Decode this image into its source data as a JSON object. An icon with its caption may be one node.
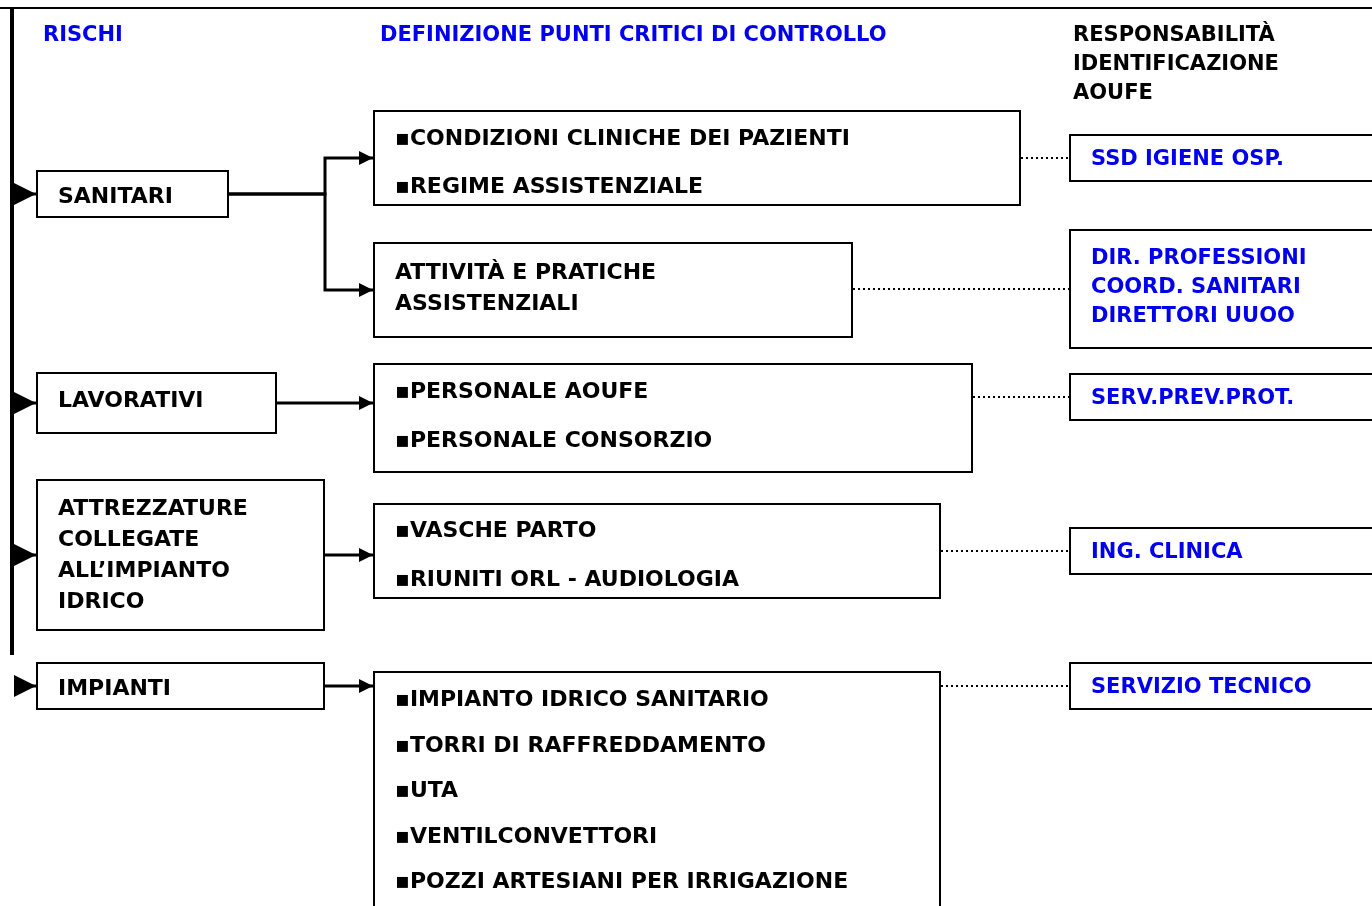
{
  "diagram": {
    "nodes": [
      {
        "text": [
          "SANITARI"
        ]
      },
      {
        "text": [
          "▪CONDIZIONI CLINICHE DEI PAZIENTI",
          "▪REGIME ASSISTENZIALE"
        ]
      },
      {
        "text": [
          "ATTIVITÀ E PRATICHE ASSISTENZIALI"
        ]
      },
      {
        "text": [
          "SSD IGIENE OSP."
        ]
      },
      {
        "text": [
          "DIR. PROFESSIONI",
          "COORD. SANITARI",
          "DIRETTORI UUOO"
        ]
      },
      {
        "text": [
          "LAVORATIVI"
        ]
      },
      {
        "text": [
          "▪PERSONALE AOUFE",
          "▪PERSONALE CONSORZIO"
        ]
      },
      {
        "text": [
          "SERV.PREV.PROT."
        ]
      },
      {
        "text": [
          "ATTREZZATURE COLLEGATE ALL’IMPIANTO IDRICO"
        ]
      },
      {
        "text": [
          "▪VASCHE PARTO",
          "▪RIUNITI ORL - AUDIOLOGIA"
        ]
      },
      {
        "text": [
          "ING. CLINICA"
        ]
      },
      {
        "text": [
          "IMPIANTI"
        ]
      },
      {
        "text": [
          "▪IMPIANTO IDRICO SANITARIO",
          "▪TORRI DI RAFFREDDAMENTO",
          "▪UTA",
          "▪VENTILCONVETTORI",
          "▪POZZI ARTESIANI PER IRRIGAZIONE"
        ]
      },
      {
        "text": [
          "SERVIZIO TECNICO"
        ]
      }
    ],
    "edges": [
      {
        "from": null,
        "to": 0,
        "arrow": "to"
      },
      {
        "from": 0,
        "to": 1,
        "arrow": "to"
      },
      {
        "from": 0,
        "to": 2,
        "arrow": "to"
      },
      {
        "from": 1,
        "to": 3,
        "arrow": "none",
        "style": "dashed"
      },
      {
        "from": 2,
        "to": 4,
        "arrow": "none",
        "style": "dashed"
      },
      {
        "from": null,
        "to": 5,
        "arrow": "to"
      },
      {
        "from": 5,
        "to": 6,
        "arrow": "to"
      },
      {
        "from": 6,
        "to": 7,
        "arrow": "none",
        "style": "dashed"
      },
      {
        "from": null,
        "to": 8,
        "arrow": "to"
      },
      {
        "from": 8,
        "to": 9,
        "arrow": "to"
      },
      {
        "from": 9,
        "to": 10,
        "arrow": "none",
        "style": "dashed"
      },
      {
        "from": null,
        "to": 11,
        "arrow": "to"
      },
      {
        "from": 11,
        "to": 12,
        "arrow": "to"
      },
      {
        "from": 12,
        "to": 13,
        "arrow": "none",
        "style": "dashed"
      }
    ],
    "labels": [
      "RISCHI",
      "DEFINIZIONE PUNTI CRITICI DI CONTROLLO",
      "RESPONSABILITÀ IDENTIFICAZIONE AOUFE"
    ]
  }
}
